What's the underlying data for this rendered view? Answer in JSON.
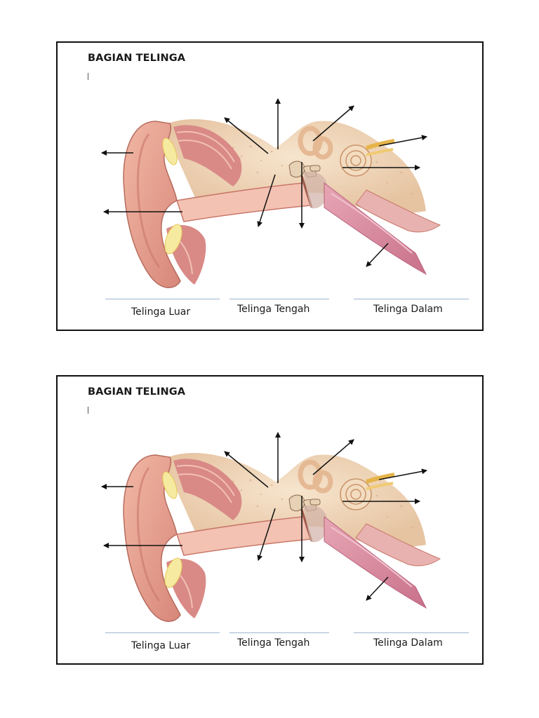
{
  "worksheets": [
    {
      "title": "BAGIAN TELINGA",
      "regions": [
        {
          "label": "Telinga Luar"
        },
        {
          "label": "Telinga Tengah"
        },
        {
          "label": "Telinga Dalam"
        }
      ]
    },
    {
      "title": "BAGIAN TELINGA",
      "regions": [
        {
          "label": "Telinga Luar"
        },
        {
          "label": "Telinga Tengah"
        },
        {
          "label": "Telinga Dalam"
        }
      ]
    }
  ],
  "colors": {
    "skin": "#e9a893",
    "skin_dark": "#c9786a",
    "bone": "#efd3b4",
    "muscle": "#d98a86",
    "canal": "#f3c2b3",
    "tube": "#d98a9e",
    "nerve": "#e6b44a",
    "underline": "#9db5cf"
  }
}
